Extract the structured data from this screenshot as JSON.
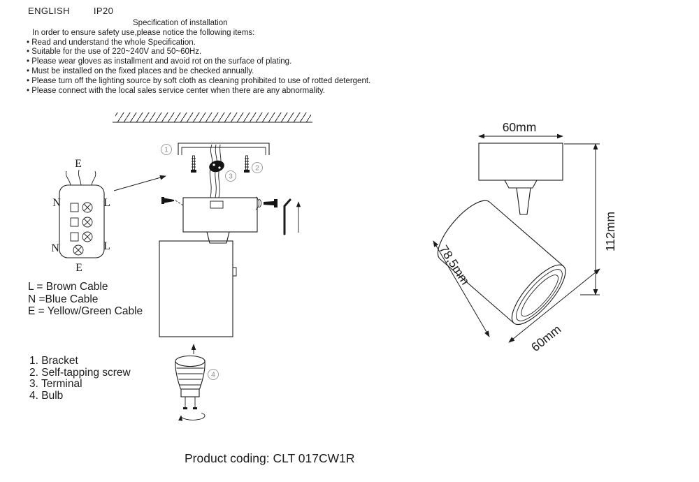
{
  "header": {
    "language": "ENGLISH",
    "ip_rating": "IP20"
  },
  "spec": {
    "title": "Specification of installation",
    "intro": "In order to ensure safety use,please notice the following items:",
    "items": [
      "• Read and understand the whole Specification.",
      "• Suitable for the use of 220~240V and 50~60Hz.",
      "• Please wear gloves as installment and avoid rot on the surface of plating.",
      "• Must be installed on the fixed places and be checked annually.",
      "• Please turn off the lighting source by soft cloth as cleaning prohibited to use of rotted detergent.",
      "• Please connect with the local sales service center when there are any abnormality."
    ]
  },
  "cable_legend": {
    "lines": [
      "L = Brown Cable",
      "N =Blue Cable",
      "E = Yellow/Green Cable"
    ]
  },
  "parts_list": [
    "1. Bracket",
    "2. Self-tapping screw",
    "3. Terminal",
    "4. Bulb"
  ],
  "wiring": {
    "top_e": "E",
    "top_n": "N",
    "top_l": "L",
    "bottom_n": "N",
    "bottom_l": "L",
    "bottom_e": "E"
  },
  "callouts": {
    "c1": "1",
    "c2": "2",
    "c3": "3",
    "c4": "4"
  },
  "dimensions": {
    "bracket_width": "60mm",
    "overall_height": "112mm",
    "body_length": "78,5mm",
    "body_diameter": "60mm"
  },
  "footer": {
    "product_coding": "Product coding: CLT 017CW1R"
  },
  "colors": {
    "ink": "#1b1b1b",
    "callout": "#9a9a9a"
  }
}
